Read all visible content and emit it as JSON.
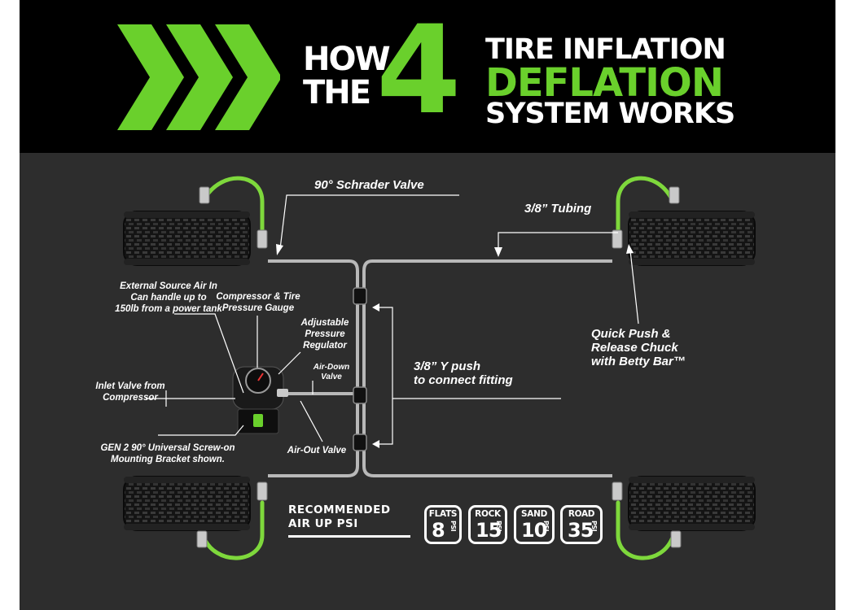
{
  "header": {
    "how": "HOW",
    "the": "THE",
    "number": "4",
    "line1": "TIRE INFLATION",
    "line2": "DEFLATION",
    "line3": "SYSTEM WORKS"
  },
  "colors": {
    "accent_green": "#6ad02c",
    "header_bg": "#000000",
    "panel_bg": "#2d2d2d",
    "tubing_gray": "#b8b8b8",
    "hose_green": "#7ed83c"
  },
  "icons": [
    "chevron-right-icon",
    "tire-icon",
    "pressure-gauge-icon",
    "y-fitting-icon",
    "schrader-valve-icon"
  ],
  "labels": {
    "schrader": "90° Schrader Valve",
    "tubing": "3/8” Tubing",
    "external_source": [
      "External Source Air In",
      "Can handle up to",
      "150lb from a power tank"
    ],
    "compressor_gauge": [
      "Compressor & Tire",
      "Pressure Gauge"
    ],
    "regulator": [
      "Adjustable",
      "Pressure",
      "Regulator"
    ],
    "air_down": [
      "Air-Down",
      "Valve"
    ],
    "inlet": [
      "Inlet Valve from",
      "Compressor"
    ],
    "bracket": [
      "GEN 2 90° Universal Screw-on",
      "Mounting Bracket shown."
    ],
    "air_out": "Air-Out Valve",
    "y_push": [
      "3/8” Y push",
      "to connect fitting"
    ],
    "quick_push": [
      "Quick Push &",
      "Release Chuck",
      "with Betty Bar™"
    ]
  },
  "recommended": {
    "title_line1": "RECOMMENDED",
    "title_line2": "AIR UP PSI",
    "items": [
      {
        "name": "FLATS",
        "value": "8",
        "unit": "PSI"
      },
      {
        "name": "ROCK",
        "value": "15",
        "unit": "PSI"
      },
      {
        "name": "SAND",
        "value": "10",
        "unit": "PSI"
      },
      {
        "name": "ROAD",
        "value": "35",
        "unit": "PSI"
      }
    ]
  }
}
